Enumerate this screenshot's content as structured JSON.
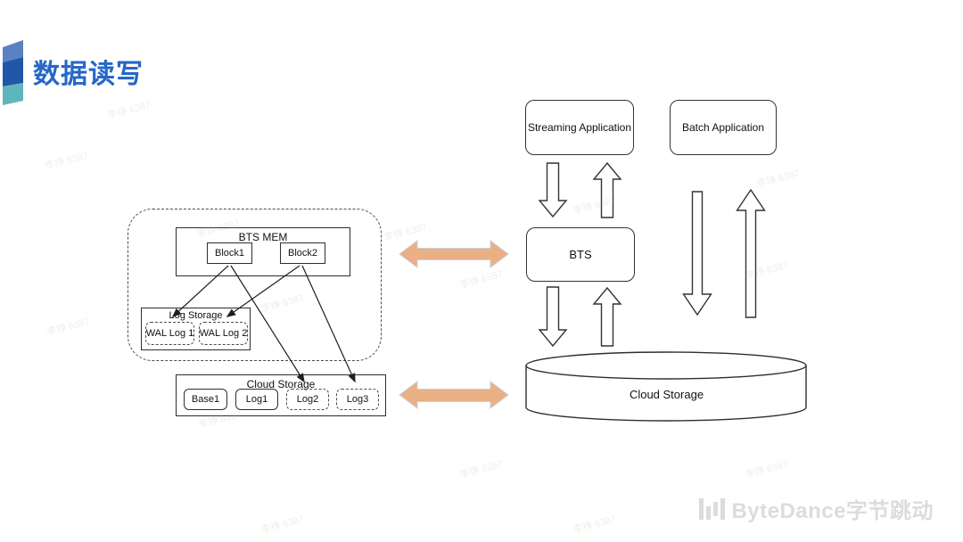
{
  "slide": {
    "title": "数据读写",
    "watermark": "李铮 6387"
  },
  "left_diagram": {
    "bts_mem_label": "BTS MEM",
    "block1_label": "Block1",
    "block2_label": "Block2",
    "log_storage_label": "Log Storage",
    "wal_log1_label": "WAL Log 1",
    "wal_log2_label": "WAL Log 2",
    "cloud_storage_label": "Cloud Storage",
    "base1_label": "Base1",
    "log1_label": "Log1",
    "log2_label": "Log2",
    "log3_label": "Log3"
  },
  "right_diagram": {
    "streaming_app_label": "Streaming Application",
    "batch_app_label": "Batch Application",
    "bts_label": "BTS",
    "cloud_storage_label": "Cloud Storage"
  },
  "footer": {
    "logo_text": "ByteDance字节跳动"
  },
  "colors": {
    "title_blue": "#2667C8",
    "orange_arrow_fill": "#EAAF85",
    "orange_arrow_edge": "#C9D0DC",
    "ribbon_light_blue": "#5B80C3",
    "ribbon_dark_blue": "#2057A8",
    "ribbon_teal": "#5EB6BD",
    "logo_gray": "#DCDCDC",
    "line_color": "#2E2E2E"
  }
}
